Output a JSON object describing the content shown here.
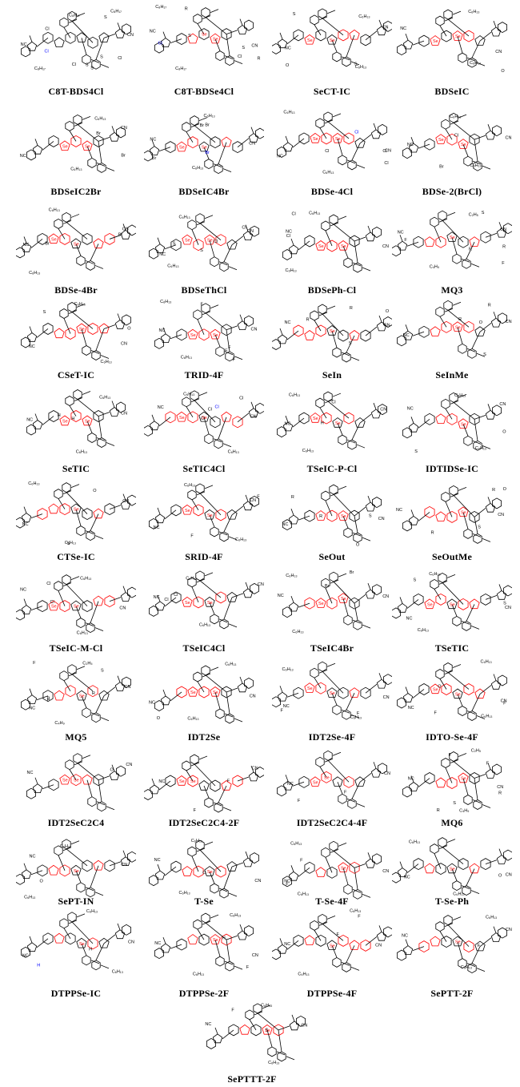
{
  "figure": {
    "colors": {
      "bond": "#000000",
      "selenium": "#ff0000",
      "halogen": "#0000ff"
    },
    "molecules": [
      {
        "label": "C8T-BDS4Cl",
        "atoms": [
          "C₈H₁₇",
          "C₈H₁₇",
          "C₈H₁₇",
          "NC",
          "CN",
          "Cl",
          "Cl",
          "Cl",
          "Cl",
          "S",
          "S",
          "S",
          "S"
        ]
      },
      {
        "label": "C8T-BDSe4Cl",
        "atoms": [
          "C₈H₁₇",
          "C₈H₁₇",
          "R",
          "R",
          "Se",
          "Se",
          "NC",
          "CN",
          "Cl",
          "Cl",
          "S",
          "S"
        ]
      },
      {
        "label": "SeCT-IC",
        "atoms": [
          "C₆H₁₃",
          "C₆H₁₃",
          "Se",
          "Se",
          "S",
          "S",
          "NC",
          "CN",
          "O"
        ]
      },
      {
        "label": "BDSeIC",
        "atoms": [
          "C₆H₁₃",
          "C₆H₁₃",
          "Se",
          "Se",
          "NC",
          "CN",
          "O"
        ]
      },
      {
        "label": "BDSeIC2Br",
        "atoms": [
          "C₆H₁₃",
          "C₆H₁₃",
          "Se",
          "Se",
          "Br",
          "Br",
          "NC",
          "CN"
        ]
      },
      {
        "label": "BDSeIC4Br",
        "atoms": [
          "C₆H₁₃",
          "C₆H₁₃",
          "Se",
          "Se",
          "Br",
          "Br",
          "Br",
          "Br",
          "NC",
          "CN"
        ]
      },
      {
        "label": "BDSe-4Cl",
        "atoms": [
          "C₆H₁₃",
          "C₆H₁₃",
          "Se",
          "Se",
          "Cl",
          "Cl",
          "Cl",
          "Cl",
          "NC",
          "CN"
        ]
      },
      {
        "label": "BDSe-2(BrCl)",
        "atoms": [
          "C₆H₁₃",
          "C₆H₁₃",
          "Se",
          "Se",
          "Br",
          "Cl",
          "NC",
          "CN"
        ]
      },
      {
        "label": "BDSe-4Br",
        "atoms": [
          "C₆H₁₃",
          "C₆H₁₃",
          "Se",
          "Se",
          "Br",
          "Br",
          "NC",
          "CN"
        ]
      },
      {
        "label": "BDSeThCl",
        "atoms": [
          "C₆H₁₃",
          "C₆H₁₃",
          "Se",
          "Se",
          "Cl",
          "Cl",
          "S",
          "S",
          "NC",
          "CN"
        ]
      },
      {
        "label": "BDSePh-Cl",
        "atoms": [
          "C₆H₁₃",
          "C₆H₁₃",
          "Se",
          "Se",
          "Cl",
          "Cl",
          "NC",
          "CN"
        ]
      },
      {
        "label": "MQ3",
        "atoms": [
          "R",
          "R",
          "Se",
          "S",
          "F",
          "F",
          "NC",
          "CN",
          "C₂H₅",
          "C₄H₉"
        ]
      },
      {
        "label": "CSeT-IC",
        "atoms": [
          "C₆H₁₃",
          "C₆H₁₃",
          "Se",
          "S",
          "NC",
          "CN",
          "O"
        ]
      },
      {
        "label": "TRID-4F",
        "atoms": [
          "C₆H₁₃",
          "C₆H₁₃",
          "Se",
          "Se",
          "F",
          "F",
          "F",
          "F",
          "NC",
          "CN"
        ]
      },
      {
        "label": "SeIn",
        "atoms": [
          "R",
          "R",
          "Se",
          "S",
          "NC",
          "CN",
          "O"
        ]
      },
      {
        "label": "SeInMe",
        "atoms": [
          "R",
          "R",
          "Se",
          "S",
          "NC",
          "CN",
          "O"
        ]
      },
      {
        "label": "SeTIC",
        "atoms": [
          "C₆H₁₃",
          "C₆H₁₃",
          "Se",
          "Se",
          "H",
          "H",
          "NC",
          "CN"
        ]
      },
      {
        "label": "SeTIC4Cl",
        "atoms": [
          "C₆H₁₃",
          "C₆H₁₃",
          "Se",
          "Se",
          "Cl",
          "Cl",
          "Cl",
          "Cl",
          "NC",
          "CN"
        ]
      },
      {
        "label": "TSeIC-P-Cl",
        "atoms": [
          "C₆H₁₃",
          "C₆H₁₃",
          "Se",
          "Se",
          "H",
          "Cl",
          "NC",
          "CN"
        ]
      },
      {
        "label": "IDTIDSe-IC",
        "atoms": [
          "C₆H₁₃",
          "C₆H₁₃",
          "Se",
          "S",
          "NC",
          "CN",
          "O"
        ]
      },
      {
        "label": "CTSe-IC",
        "atoms": [
          "C₆H₁₃",
          "C₆H₁₃",
          "Se",
          "S",
          "NC",
          "CN",
          "O"
        ]
      },
      {
        "label": "SRID-4F",
        "atoms": [
          "C₆H₁₃",
          "C₆H₁₃",
          "Se",
          "Se",
          "F",
          "F",
          "NC",
          "CN"
        ]
      },
      {
        "label": "SeOut",
        "atoms": [
          "R",
          "R",
          "Se",
          "S",
          "NC",
          "CN",
          "O"
        ]
      },
      {
        "label": "SeOutMe",
        "atoms": [
          "R",
          "R",
          "Se",
          "S",
          "NC",
          "CN",
          "O"
        ]
      },
      {
        "label": "TSeIC-M-Cl",
        "atoms": [
          "C₆H₁₃",
          "C₆H₁₃",
          "Se",
          "Se",
          "Cl",
          "Cl",
          "NC",
          "CN"
        ]
      },
      {
        "label": "TSeIC4Cl",
        "atoms": [
          "C₆H₁₃",
          "C₆H₁₃",
          "Se",
          "Se",
          "Cl",
          "Cl",
          "NC",
          "CN"
        ]
      },
      {
        "label": "TSeIC4Br",
        "atoms": [
          "C₆H₁₃",
          "C₆H₁₃",
          "Se",
          "Se",
          "Br",
          "Br",
          "NC",
          "CN"
        ]
      },
      {
        "label": "TSeTIC",
        "atoms": [
          "C₆H₁₃",
          "C₆H₁₃",
          "Se",
          "Se",
          "S",
          "S",
          "NC",
          "CN"
        ]
      },
      {
        "label": "MQ5",
        "atoms": [
          "R",
          "R",
          "Se",
          "S",
          "F",
          "F",
          "NC",
          "CN",
          "C₂H₅",
          "C₄H₉"
        ]
      },
      {
        "label": "IDT2Se",
        "atoms": [
          "C₆H₁₃",
          "C₆H₁₃",
          "Se",
          "Se",
          "NC",
          "CN",
          "O"
        ]
      },
      {
        "label": "IDT2Se-4F",
        "atoms": [
          "C₆H₁₃",
          "C₆H₁₃",
          "Se",
          "Se",
          "F",
          "F",
          "NC",
          "CN"
        ]
      },
      {
        "label": "IDTO-Se-4F",
        "atoms": [
          "C₆H₁₃",
          "C₆H₁₃",
          "Se",
          "Se",
          "F",
          "F",
          "NC",
          "CN",
          "O"
        ]
      },
      {
        "label": "IDT2SeC2C4",
        "atoms": [
          "Se",
          "Se",
          "NC",
          "CN",
          "O"
        ]
      },
      {
        "label": "IDT2SeC2C4-2F",
        "atoms": [
          "Se",
          "Se",
          "F",
          "F",
          "NC",
          "CN"
        ]
      },
      {
        "label": "IDT2SeC2C4-4F",
        "atoms": [
          "Se",
          "Se",
          "F",
          "F",
          "NC",
          "CN"
        ]
      },
      {
        "label": "MQ6",
        "atoms": [
          "R",
          "R",
          "Se",
          "S",
          "F",
          "F",
          "NC",
          "CN",
          "C₂H₅",
          "C₄H₉"
        ]
      },
      {
        "label": "SePT-IN",
        "atoms": [
          "C₆H₁₃",
          "C₆H₁₃",
          "Se",
          "NC",
          "CN",
          "O"
        ]
      },
      {
        "label": "T-Se",
        "atoms": [
          "C₆H₁₃",
          "C₆H₁₃",
          "Se",
          "NC",
          "CN",
          "O"
        ]
      },
      {
        "label": "T-Se-4F",
        "atoms": [
          "C₆H₁₃",
          "C₆H₁₃",
          "Se",
          "F",
          "F",
          "NC",
          "CN"
        ]
      },
      {
        "label": "T-Se-Ph",
        "atoms": [
          "C₆H₁₃",
          "C₆H₁₃",
          "Se",
          "NC",
          "CN",
          "O"
        ]
      },
      {
        "label": "DTPPSe-IC",
        "atoms": [
          "C₆H₁₃",
          "C₆H₁₃",
          "Se",
          "H",
          "H",
          "NC",
          "CN"
        ]
      },
      {
        "label": "DTPPSe-2F",
        "atoms": [
          "C₆H₁₃",
          "C₆H₁₃",
          "Se",
          "F",
          "H",
          "NC",
          "CN"
        ]
      },
      {
        "label": "DTPPSe-4F",
        "atoms": [
          "C₆H₁₃",
          "C₆H₁₃",
          "Se",
          "F",
          "F",
          "NC",
          "CN"
        ]
      },
      {
        "label": "SePTT-2F",
        "atoms": [
          "C₆H₁₃",
          "C₆H₁₃",
          "Se",
          "F",
          "NC",
          "CN"
        ]
      },
      {
        "label": "SePTTT-2F",
        "atoms": [
          "C₆H₁₃",
          "C₆H₁₃",
          "Se",
          "S",
          "F",
          "NC",
          "CN"
        ]
      }
    ]
  }
}
